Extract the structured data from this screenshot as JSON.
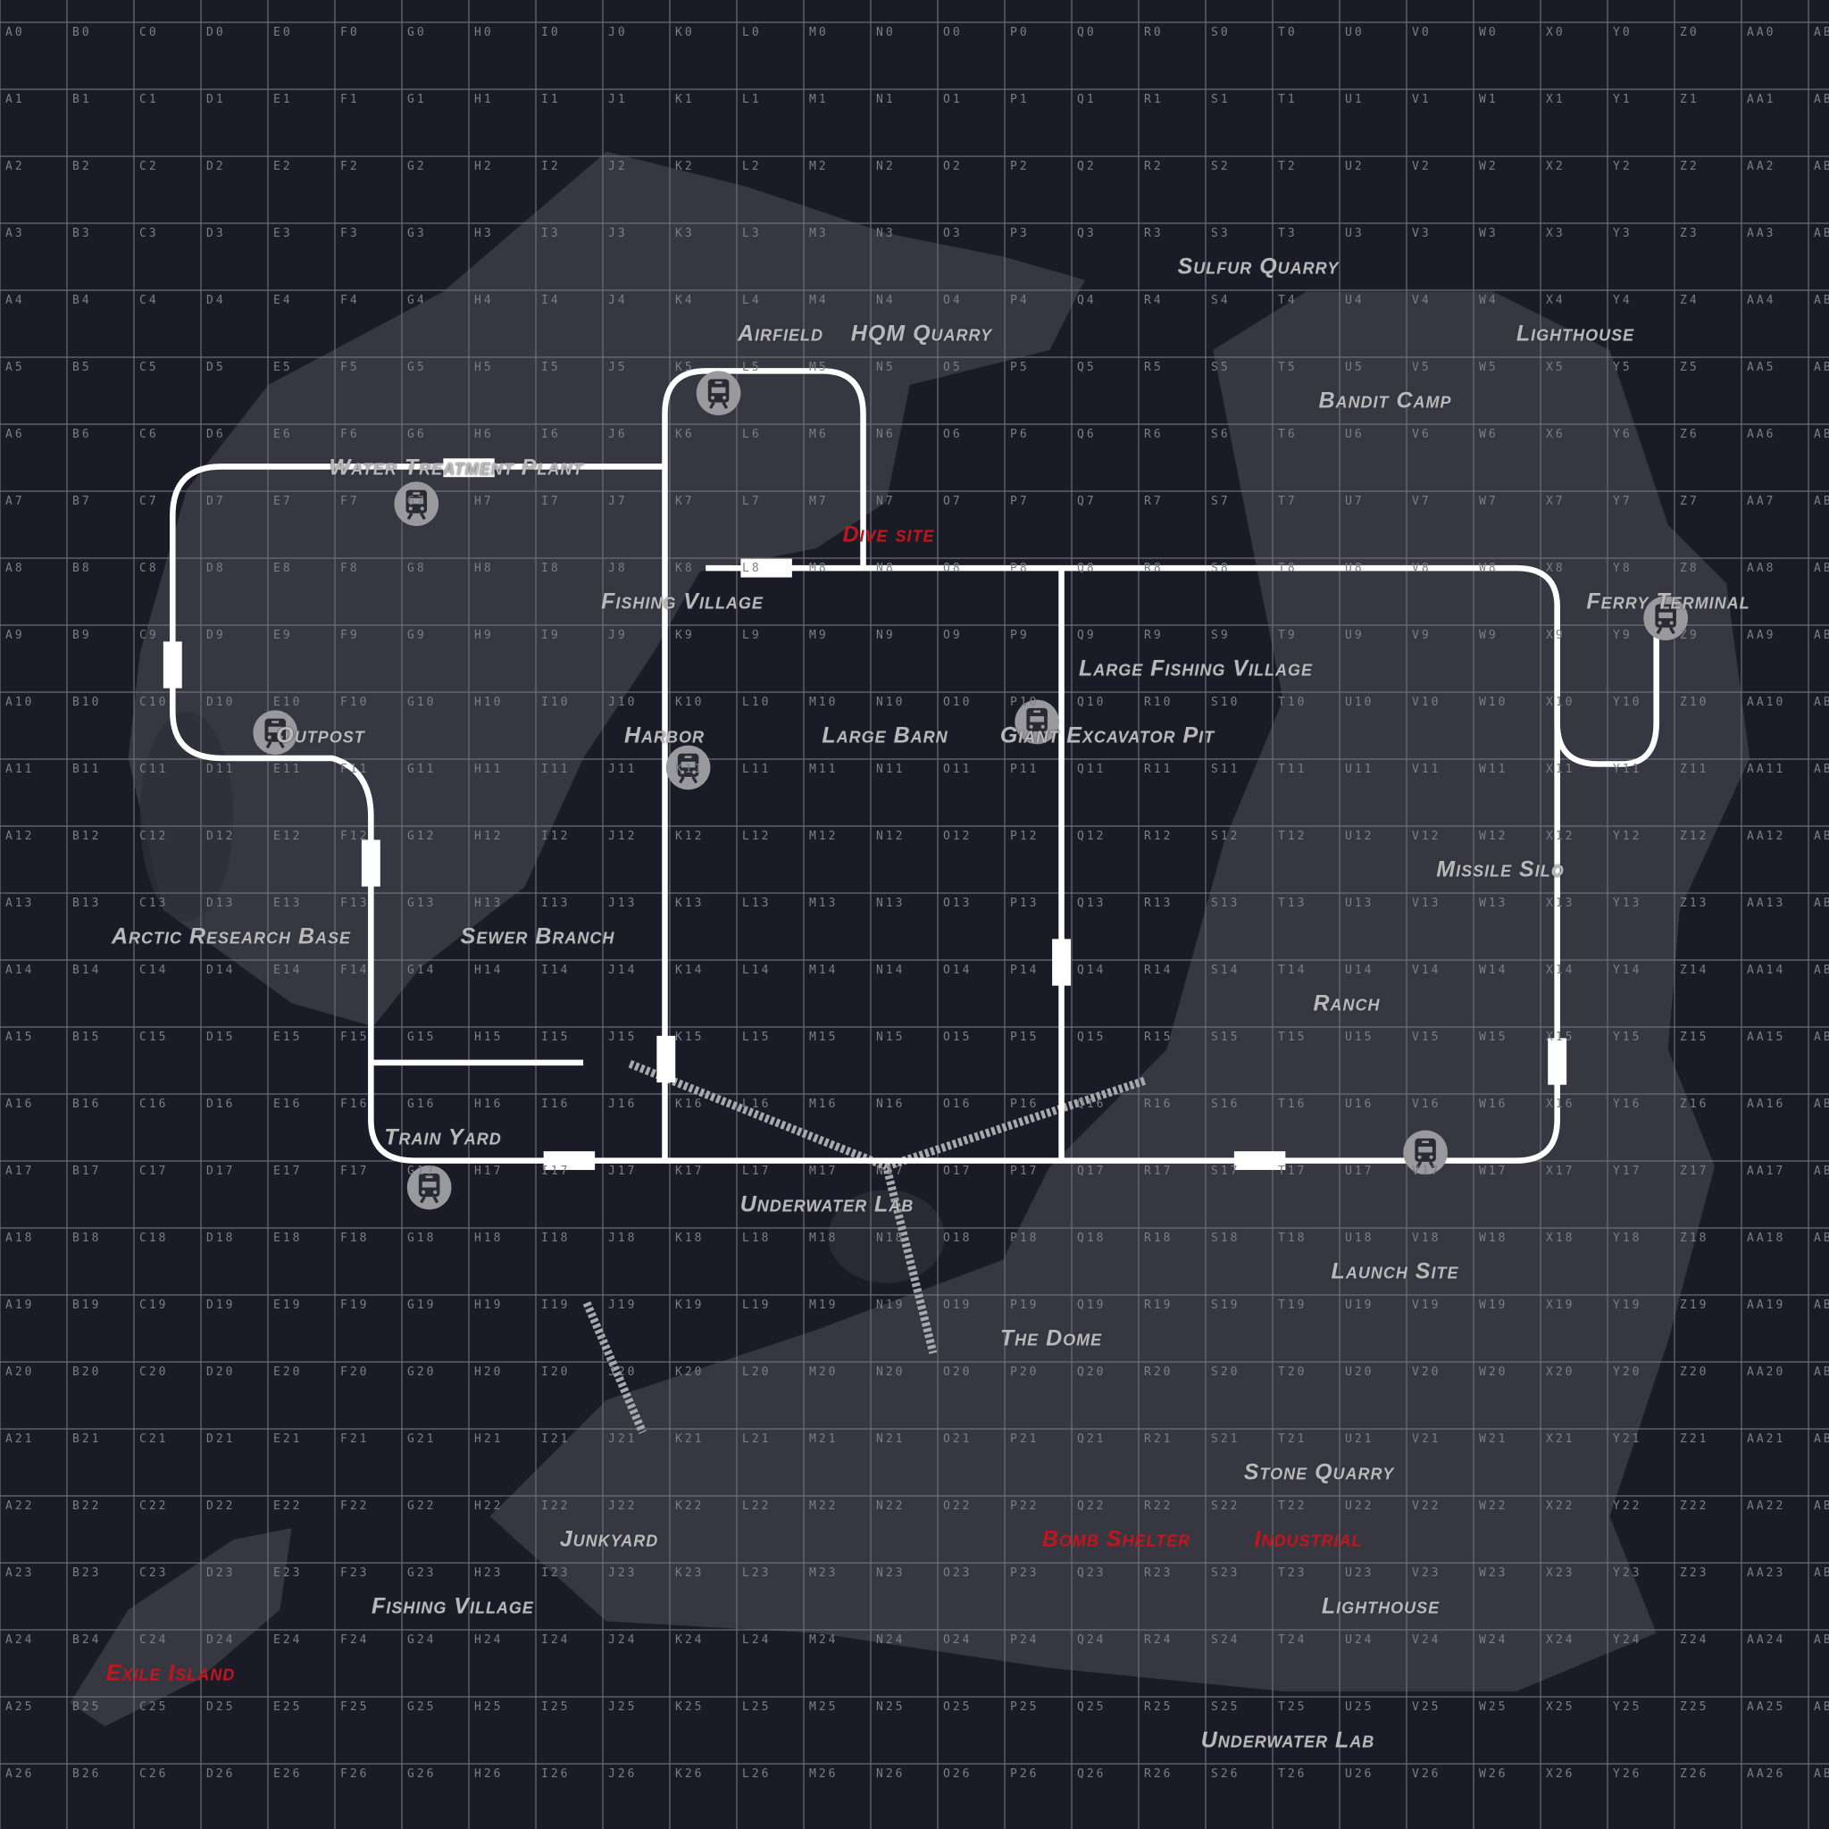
{
  "grid": {
    "columns": [
      "A",
      "B",
      "C",
      "D",
      "E",
      "F",
      "G",
      "H",
      "I",
      "J",
      "K",
      "L",
      "M",
      "N",
      "O",
      "P",
      "Q",
      "R",
      "S",
      "T",
      "U",
      "V",
      "W",
      "X",
      "Y",
      "Z",
      "AA",
      "AB"
    ],
    "row_count": 27
  },
  "colors": {
    "background": "#1b1b28",
    "land": "#3c3c47",
    "rail": "#ffffff",
    "tunnel": "#a9a9ad",
    "label": "#b9b9bd",
    "label_red": "#c4151c",
    "station": "#9a9a9e"
  },
  "locations": [
    {
      "name": "HQM Quarry",
      "style": "normal"
    },
    {
      "name": "Sulfur Quarry",
      "style": "normal"
    },
    {
      "name": "Lighthouse",
      "style": "normal"
    },
    {
      "name": "Airfield",
      "style": "normal"
    },
    {
      "name": "Bandit Camp",
      "style": "normal"
    },
    {
      "name": "Water Treatment Plant",
      "style": "normal"
    },
    {
      "name": "Dive site",
      "style": "red"
    },
    {
      "name": "Fishing Village",
      "style": "normal"
    },
    {
      "name": "Ferry Terminal",
      "style": "normal"
    },
    {
      "name": "Large Fishing Village",
      "style": "normal"
    },
    {
      "name": "Giant Excavator Pit",
      "style": "normal"
    },
    {
      "name": "Harbor",
      "style": "normal"
    },
    {
      "name": "Large Barn",
      "style": "normal"
    },
    {
      "name": "Outpost",
      "style": "normal"
    },
    {
      "name": "Missile Silo",
      "style": "normal"
    },
    {
      "name": "Sewer Branch",
      "style": "normal"
    },
    {
      "name": "Arctic Research Base",
      "style": "normal"
    },
    {
      "name": "Ranch",
      "style": "normal"
    },
    {
      "name": "Train Yard",
      "style": "normal"
    },
    {
      "name": "Underwater Lab",
      "style": "normal"
    },
    {
      "name": "Launch Site",
      "style": "normal"
    },
    {
      "name": "The Dome",
      "style": "normal"
    },
    {
      "name": "Stone Quarry",
      "style": "normal"
    },
    {
      "name": "Industrial",
      "style": "red"
    },
    {
      "name": "Bomb Shelter",
      "style": "red"
    },
    {
      "name": "Junkyard",
      "style": "normal"
    },
    {
      "name": "Fishing Village",
      "style": "normal"
    },
    {
      "name": "Lighthouse",
      "style": "normal"
    },
    {
      "name": "Exile Island",
      "style": "red"
    },
    {
      "name": "Underwater Lab",
      "style": "normal"
    }
  ],
  "stations": [
    "train-station",
    "train-station",
    "train-station",
    "train-station",
    "train-station",
    "train-station",
    "train-station",
    "train-station"
  ]
}
